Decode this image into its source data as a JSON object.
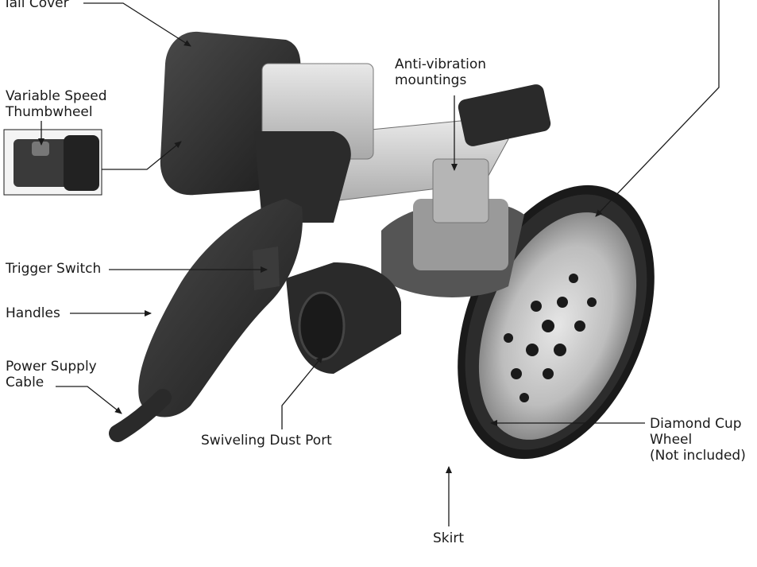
{
  "labels": {
    "tail_cover": "Tail Cover",
    "variable_speed": [
      "Variable Speed",
      "Thumbwheel"
    ],
    "anti_vibration": [
      "Anti-vibration",
      "mountings"
    ],
    "trigger_switch": "Trigger Switch",
    "handles": "Handles",
    "power_supply": [
      "Power Supply",
      "Cable"
    ],
    "dust_port": "Swiveling Dust Port",
    "diamond_wheel": [
      "Diamond Cup",
      "Wheel",
      "(Not included)"
    ],
    "skirt": "Skirt"
  }
}
